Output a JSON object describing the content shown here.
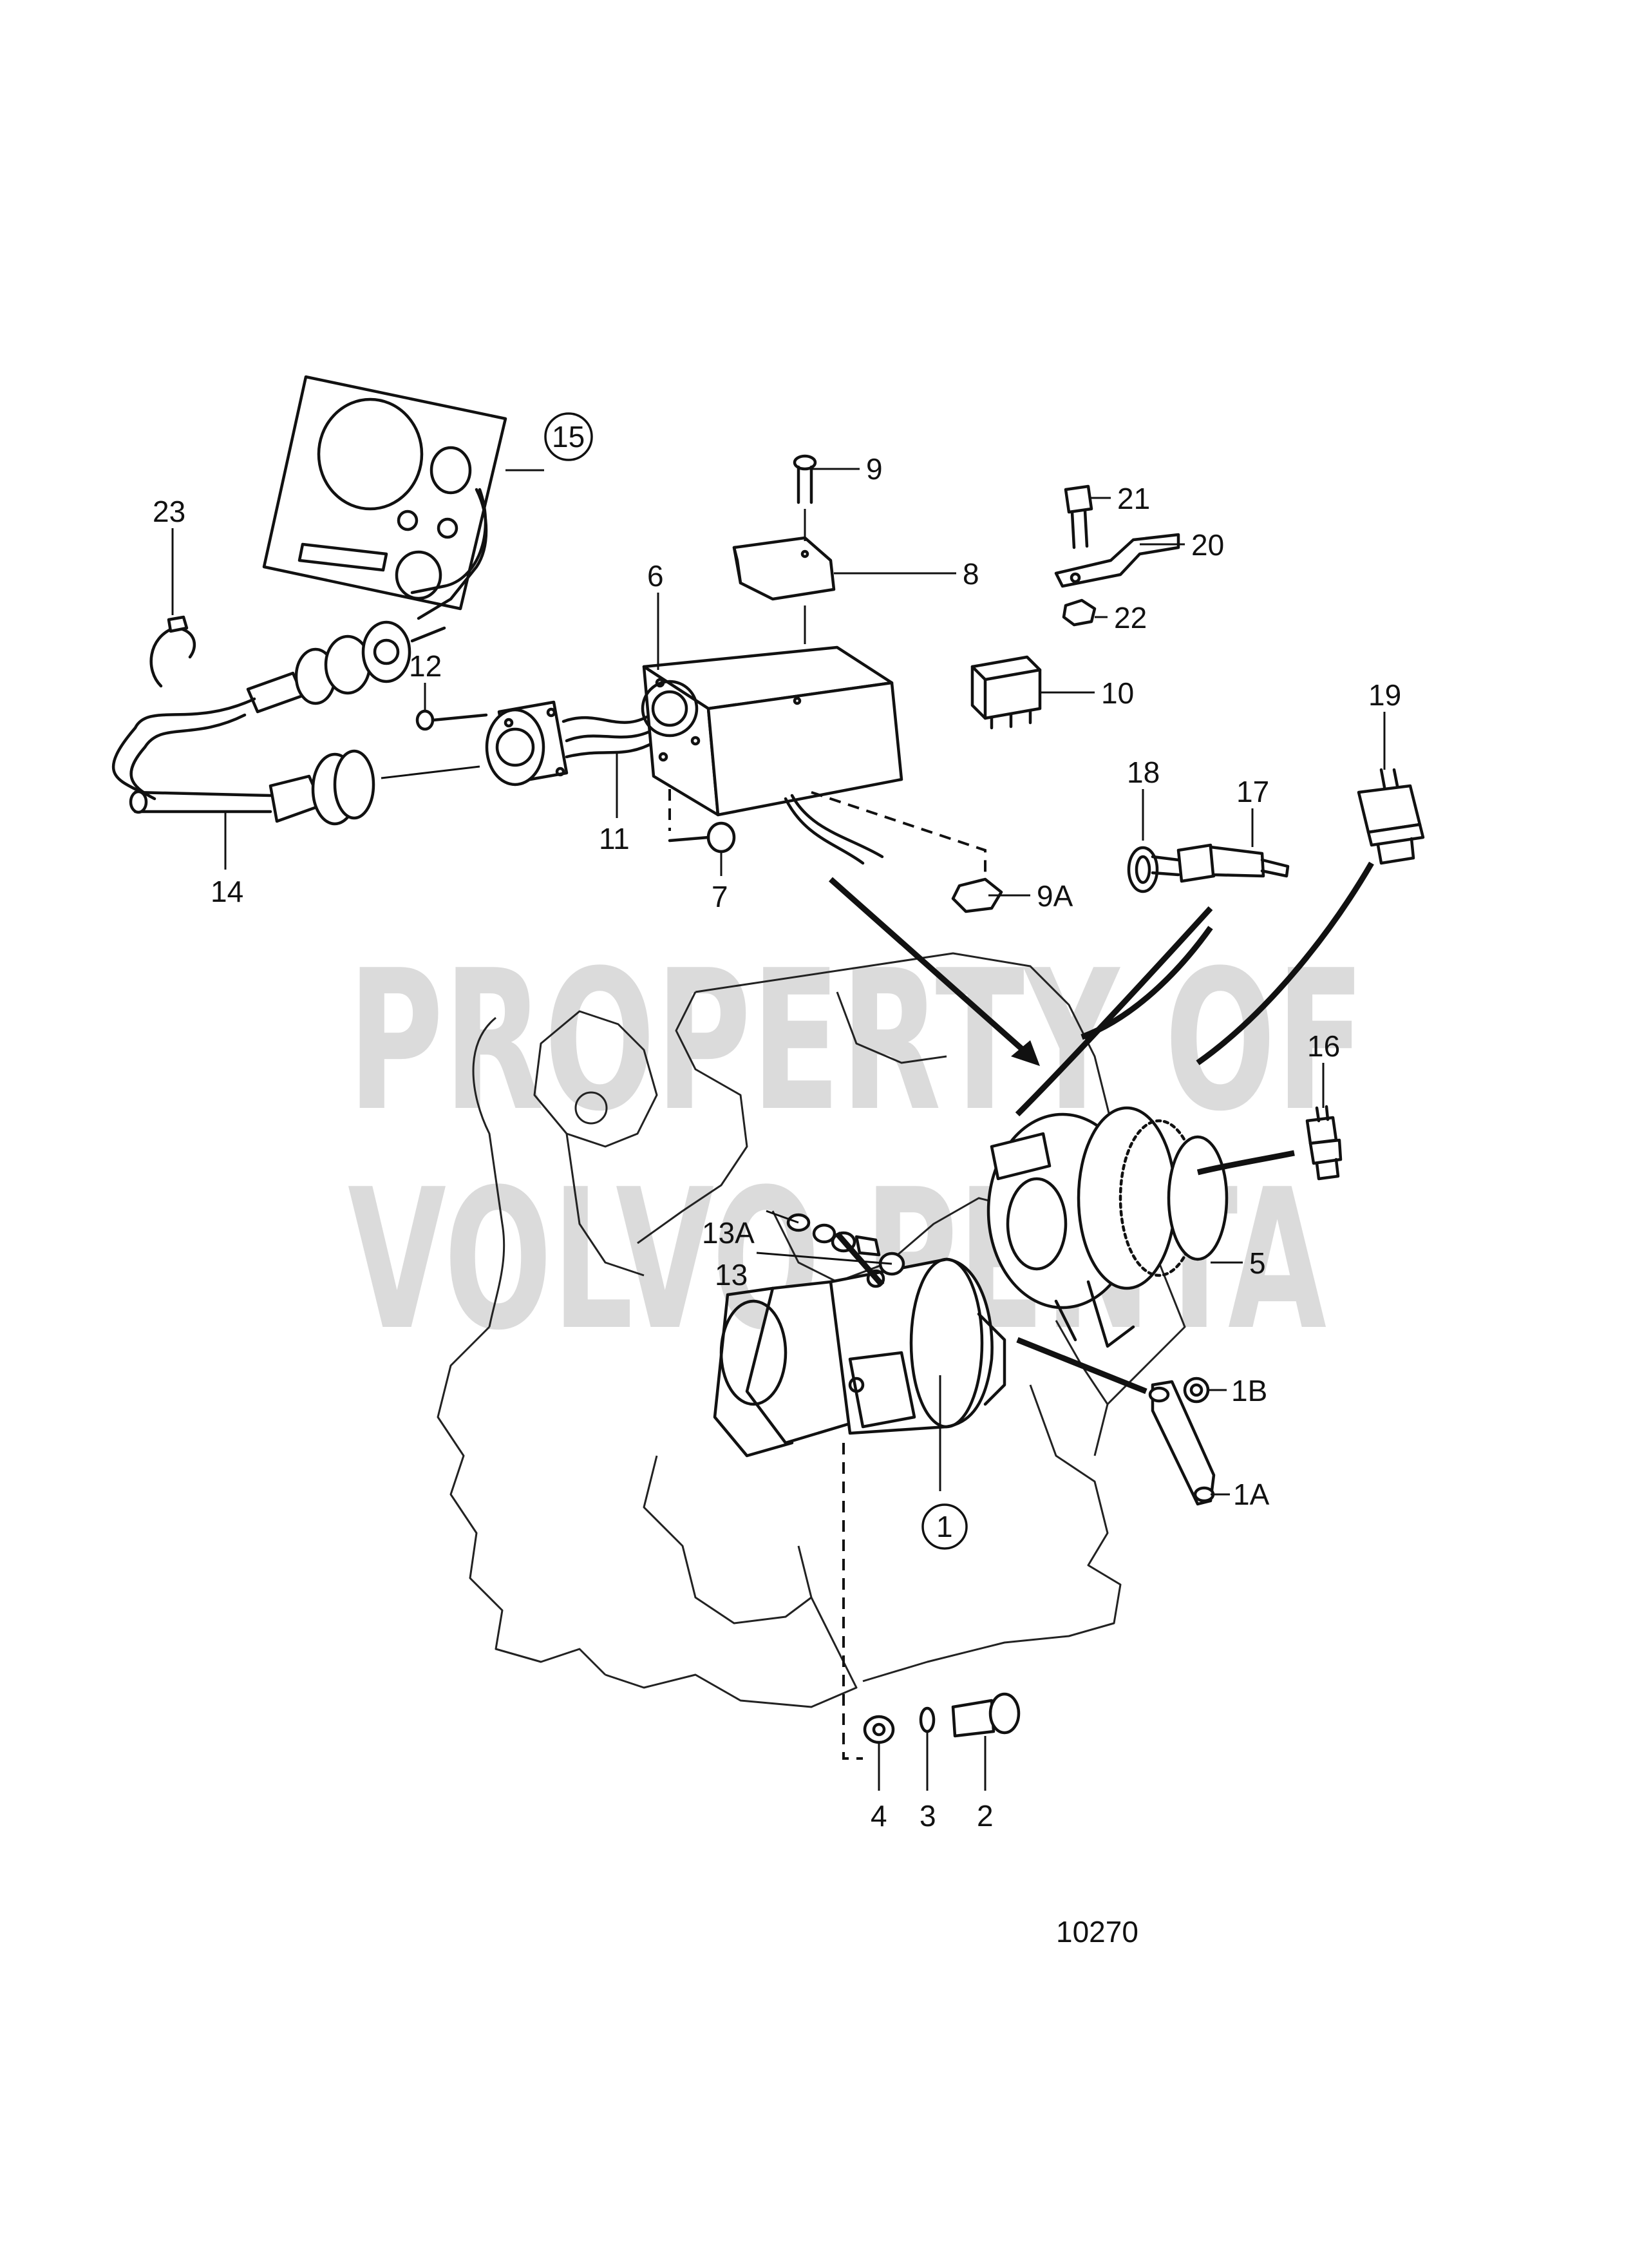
{
  "watermark": {
    "line1": "PROPERTY OF",
    "line2": "VOLVO PENTA"
  },
  "figure_number": "10270",
  "callouts": {
    "c1": "1",
    "c1A": "1A",
    "c1B": "1B",
    "c2": "2",
    "c3": "3",
    "c4": "4",
    "c5": "5",
    "c6": "6",
    "c7": "7",
    "c8": "8",
    "c9": "9",
    "c9A": "9A",
    "c10": "10",
    "c11": "11",
    "c12": "12",
    "c13": "13",
    "c13A": "13A",
    "c14": "14",
    "c15": "15",
    "c16": "16",
    "c17": "17",
    "c18": "18",
    "c19": "19",
    "c20": "20",
    "c21": "21",
    "c22": "22",
    "c23": "23"
  }
}
